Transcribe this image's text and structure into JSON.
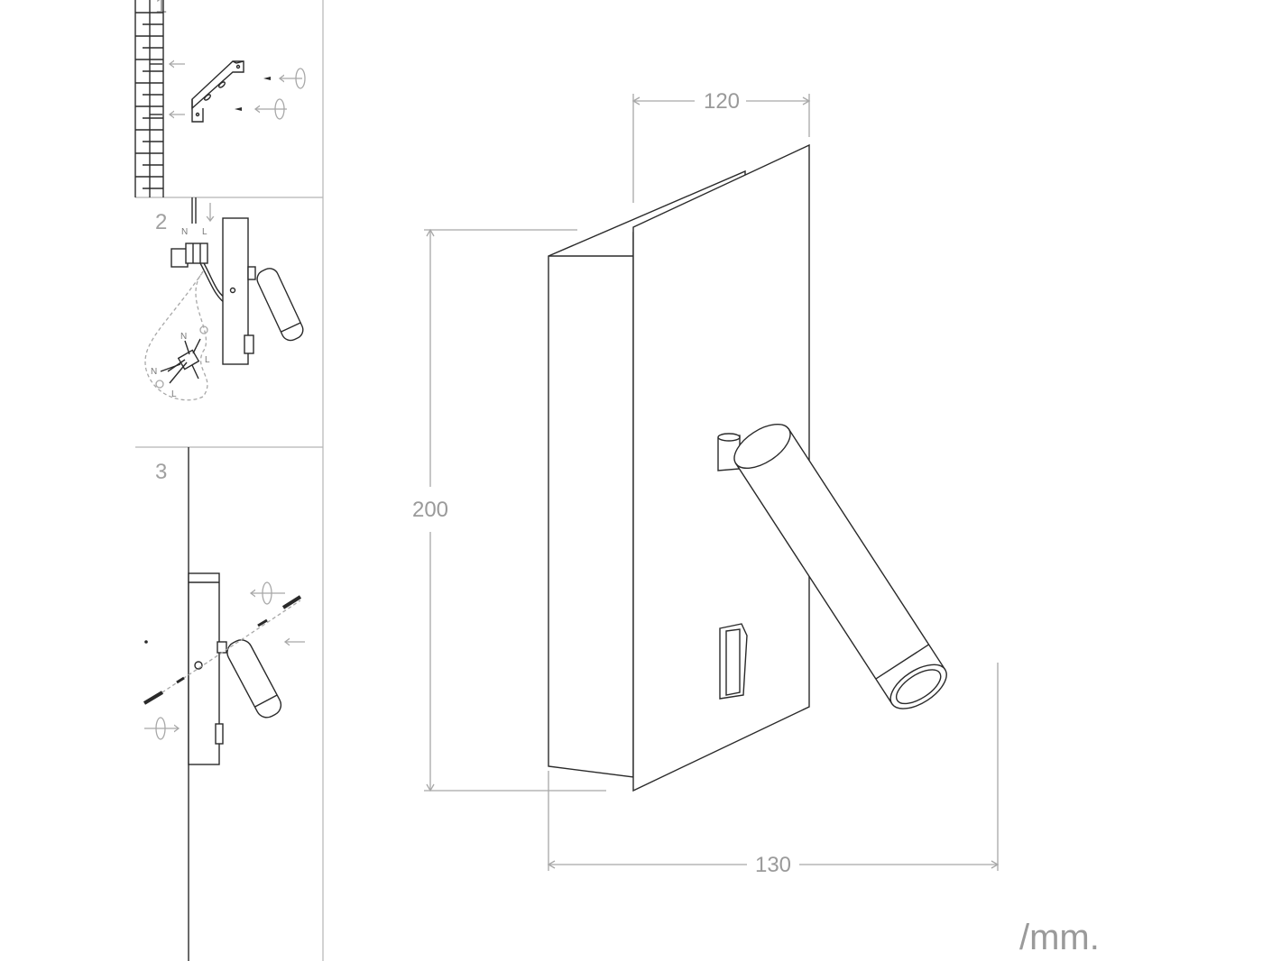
{
  "dimensions": {
    "width_top": "120",
    "height": "200",
    "width_bottom": "130",
    "unit": "/mm."
  },
  "steps": [
    {
      "number": "1"
    },
    {
      "number": "2",
      "wire_labels": [
        "N",
        "L"
      ],
      "junction_labels": [
        "N",
        "L",
        "N",
        "L"
      ]
    },
    {
      "number": "3"
    }
  ],
  "colors": {
    "line": "#2a2a2a",
    "dimension": "#a8a8a8",
    "dimension_text": "#9a9a9a",
    "step_text": "#a0a0a0"
  }
}
